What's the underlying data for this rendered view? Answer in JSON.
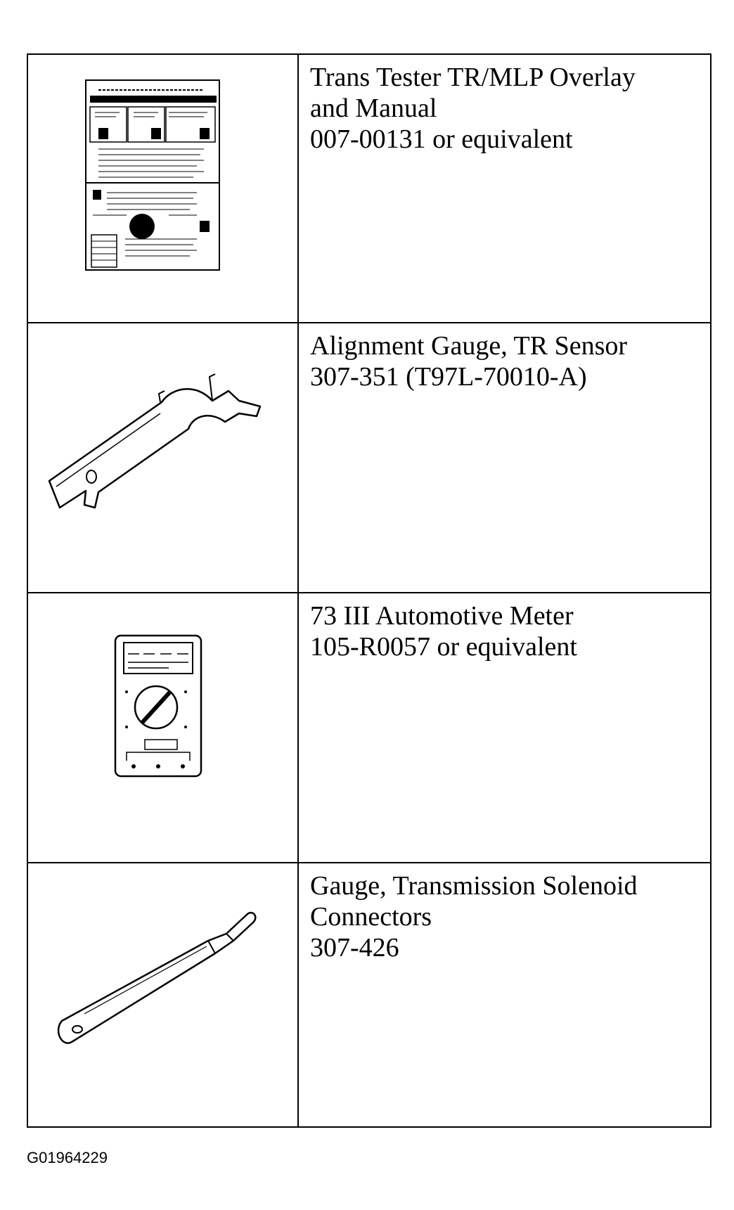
{
  "tools": [
    {
      "icon": "overlay-manual-icon",
      "lines": [
        "Trans Tester TR/MLP Overlay",
        "and Manual",
        "007-00131 or equivalent"
      ]
    },
    {
      "icon": "alignment-gauge-icon",
      "lines": [
        "Alignment Gauge, TR Sensor",
        "307-351 (T97L-70010-A)"
      ]
    },
    {
      "icon": "multimeter-icon",
      "lines": [
        "73 III Automotive Meter",
        "105-R0057 or equivalent"
      ]
    },
    {
      "icon": "solenoid-gauge-icon",
      "lines": [
        "Gauge, Transmission Solenoid",
        "Connectors",
        "307-426"
      ]
    }
  ],
  "figure_id": "G01964229"
}
